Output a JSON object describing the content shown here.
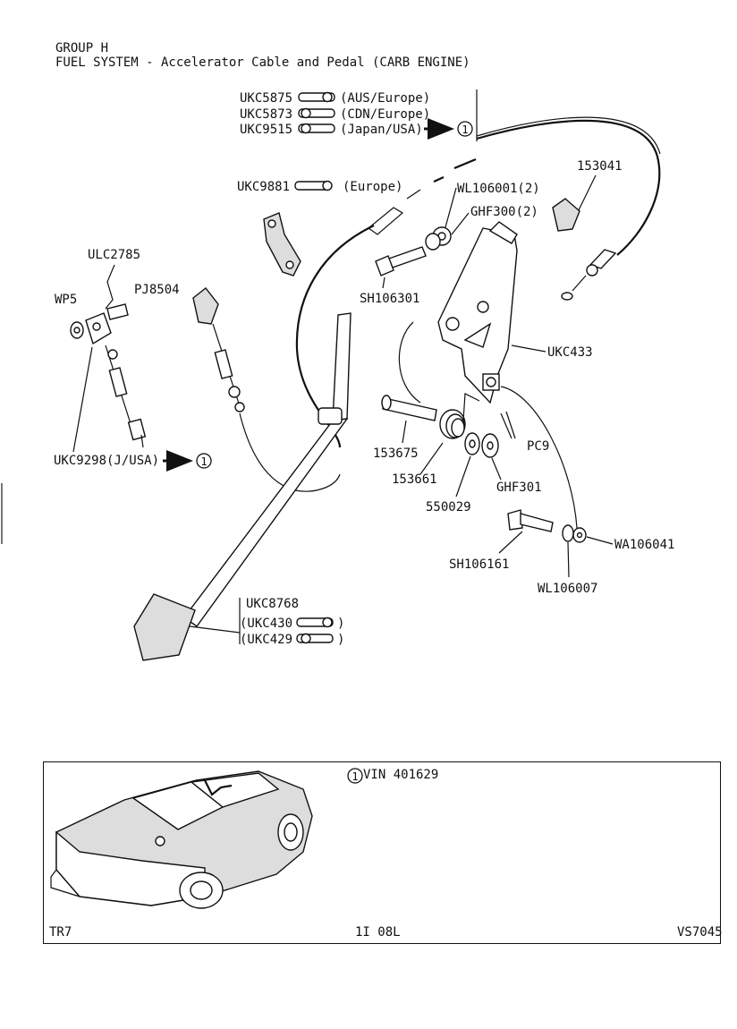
{
  "header": {
    "group": "GROUP H",
    "title": "FUEL SYSTEM - Accelerator Cable and Pedal (CARB ENGINE)"
  },
  "callouts": {
    "cable_aus": "UKC5875",
    "cable_aus_note": "(AUS/Europe)",
    "cable_cdn": "UKC5873",
    "cable_cdn_note": "(CDN/Europe)",
    "cable_japan": "UKC9515",
    "cable_japan_note": "(Japan/USA)",
    "bracket_europe": "UKC9881",
    "bracket_europe_note": "(Europe)",
    "clip": "153041",
    "washer_wl": "WL106001(2)",
    "nut_ghf": "GHF300(2)",
    "bolt_sh": "SH106301",
    "pedal_bracket": "UKC433",
    "clevis_clip": "ULC2785",
    "clevis_pin": "PJ8504",
    "washer_wp": "WP5",
    "rod_usa": "UKC9298(J/USA)",
    "pivot_pin": "153675",
    "spring": "153661",
    "split_pin": "PC9",
    "washer_550": "550029",
    "washer_ghf301": "GHF301",
    "bolt_sh2": "SH106161",
    "washer_wa": "WA106041",
    "washer_wl2": "WL106007",
    "pedal": "UKC8768",
    "pedal_lh": "(UKC430",
    "pedal_rh": "(UKC429",
    "paren_close": ")"
  },
  "circle_marker": "1",
  "inset": {
    "vin_note": "VIN 401629",
    "model": "TR7",
    "page_ref": "1I 08L",
    "plate_ref": "VS7045"
  }
}
